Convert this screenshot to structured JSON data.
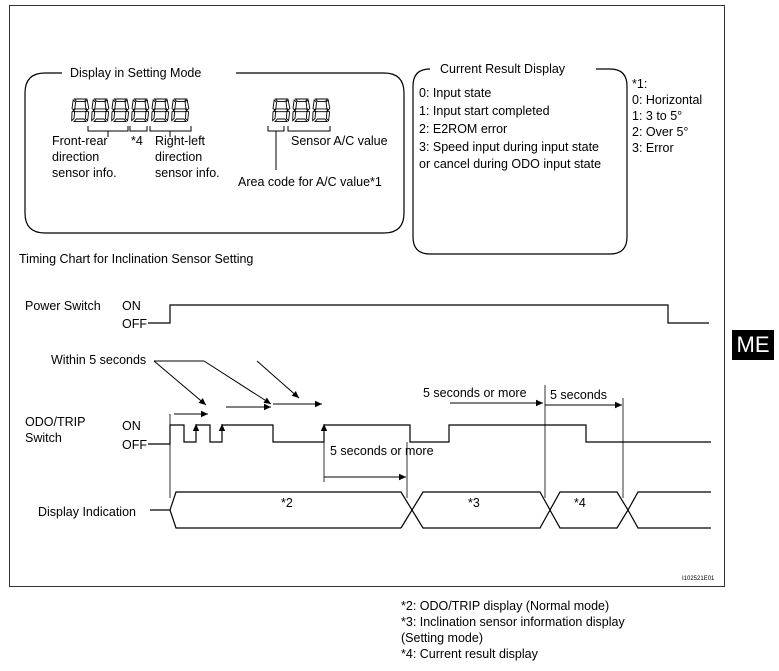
{
  "setting_mode": {
    "title": "Display in Setting Mode",
    "front_rear_lines": [
      "Front-rear",
      "direction",
      "sensor info."
    ],
    "note4": "*4",
    "right_left_lines": [
      "Right-left",
      "direction",
      "sensor info."
    ],
    "sensor_ac": "Sensor A/C value",
    "area_code": "Area code for A/C value*1"
  },
  "current_result": {
    "title": "Current Result Display",
    "lines": [
      "0: Input state",
      "1: Input start completed",
      "2: E2ROM error",
      "3: Speed input during input state",
      "or cancel during ODO input state"
    ]
  },
  "note1": {
    "lines": [
      "*1:",
      "0: Horizontal",
      "1: 3 to 5°",
      "2: Over 5°",
      "3: Error"
    ]
  },
  "timing": {
    "title": "Timing Chart for Inclination Sensor Setting",
    "power_switch": "Power Switch",
    "odo_trip_lines": [
      "ODO/TRIP",
      "Switch"
    ],
    "display_indication": "Display Indication",
    "on": "ON",
    "off": "OFF",
    "within_5s": "Within 5 seconds",
    "five_or_more_a": "5 seconds or more",
    "five_or_more_b": "5 seconds or more",
    "five_s": "5 seconds",
    "seg2": "*2",
    "seg3": "*3",
    "seg4": "*4",
    "code": "I102521E01"
  },
  "badge": "ME",
  "footnotes": [
    "*2: ODO/TRIP display (Normal mode)",
    "*3: Inclination sensor information display",
    "(Setting mode)",
    "*4: Current result display"
  ]
}
